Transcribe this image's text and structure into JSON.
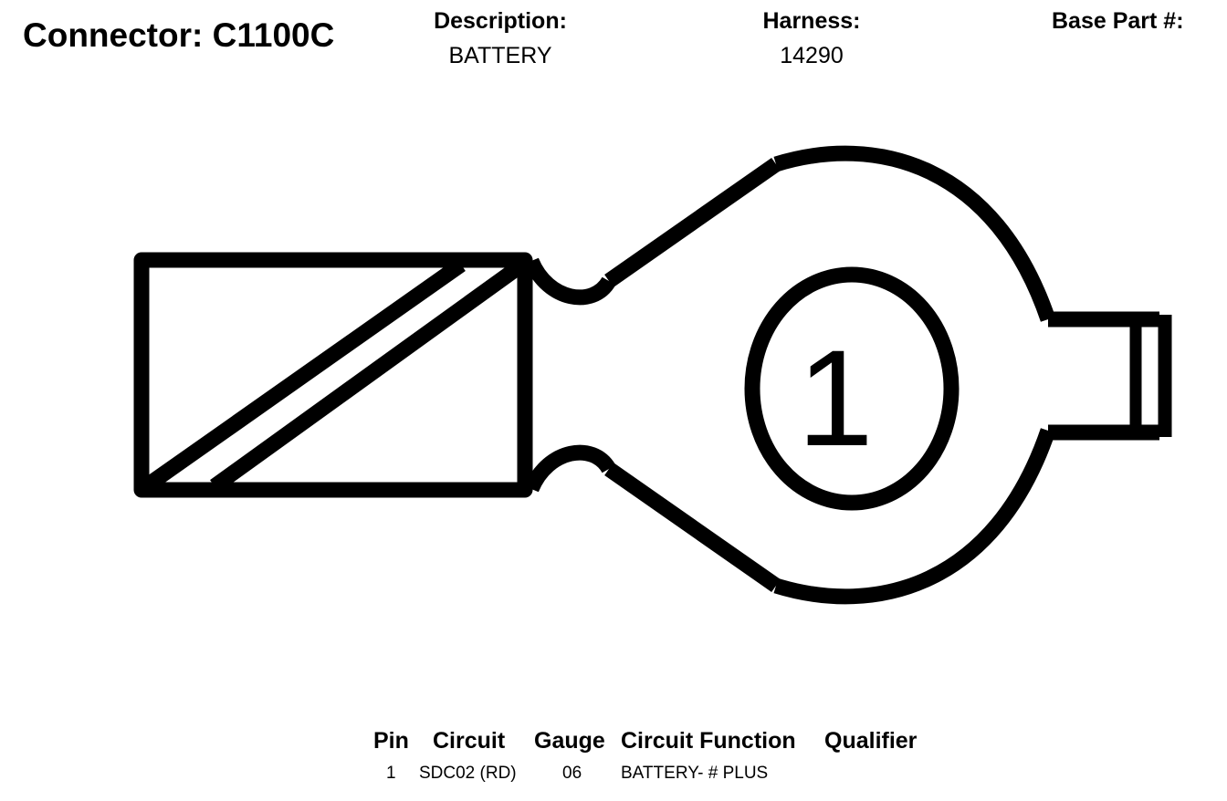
{
  "header": {
    "connector_label": "Connector:",
    "connector_id": "C1100C",
    "description_label": "Description:",
    "description_value": "BATTERY",
    "harness_label": "Harness:",
    "harness_value": "14290",
    "base_part_label": "Base Part #:",
    "base_part_value": ""
  },
  "diagram": {
    "pin_number": "1"
  },
  "pin_table": {
    "headers": {
      "pin": "Pin",
      "circuit": "Circuit",
      "gauge": "Gauge",
      "circuit_function": "Circuit Function",
      "qualifier": "Qualifier"
    },
    "rows": [
      {
        "pin": "1",
        "circuit": "SDC02 (RD)",
        "gauge": "06",
        "circuit_function": "BATTERY- # PLUS",
        "qualifier": ""
      }
    ]
  }
}
